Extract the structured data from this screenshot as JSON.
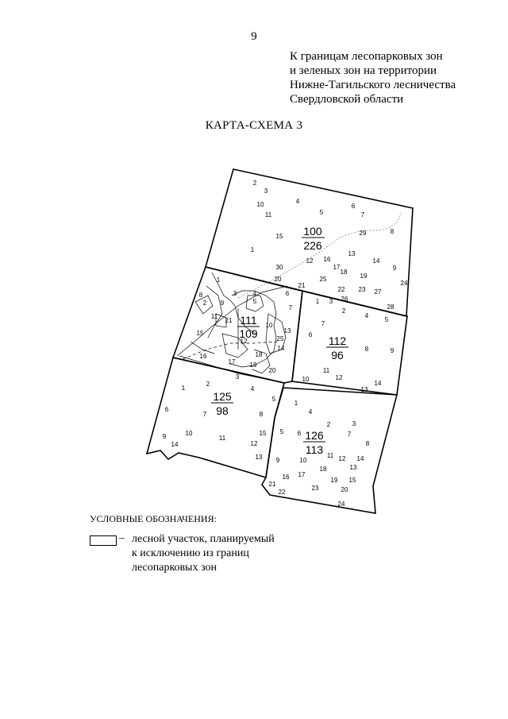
{
  "page_number": "9",
  "header_lines": [
    "К границам лесопарковых зон",
    "и зеленых зон на территории",
    "Нижне-Тагильского лесничества",
    "Свердловской области"
  ],
  "map_title": "КАРТА-СХЕМА 3",
  "map": {
    "plots": [
      {
        "id": "100",
        "numerator": "100",
        "denominator": "226"
      },
      {
        "id": "111",
        "numerator": "111",
        "denominator": "109"
      },
      {
        "id": "112",
        "numerator": "112",
        "denominator": "96"
      },
      {
        "id": "125",
        "numerator": "125",
        "denominator": "98"
      },
      {
        "id": "126",
        "numerator": "126",
        "denominator": "113"
      }
    ],
    "quarter_numbers": {
      "q100": [
        "2",
        "3",
        "10",
        "11",
        "4",
        "5",
        "6",
        "7",
        "15",
        "1",
        "29",
        "8",
        "30",
        "12",
        "16",
        "17",
        "18",
        "13",
        "14",
        "9",
        "20",
        "21",
        "25",
        "22",
        "23",
        "24",
        "27",
        "26",
        "28",
        "19"
      ],
      "q111": [
        "1",
        "6",
        "2",
        "3",
        "4",
        "9",
        "5",
        "7",
        "11",
        "21",
        "15",
        "10",
        "13",
        "12",
        "14",
        "25",
        "16",
        "17",
        "18",
        "19",
        "20",
        "8"
      ],
      "q112": [
        "1",
        "3",
        "2",
        "4",
        "5",
        "6",
        "7",
        "8",
        "9",
        "10",
        "11",
        "12",
        "13",
        "14"
      ],
      "q125": [
        "3",
        "1",
        "2",
        "4",
        "6",
        "5",
        "7",
        "8",
        "9",
        "14",
        "10",
        "11",
        "12",
        "13",
        "15"
      ],
      "q126": [
        "1",
        "4",
        "2",
        "3",
        "5",
        "6",
        "7",
        "8",
        "9",
        "11",
        "12",
        "14",
        "10",
        "18",
        "13",
        "16",
        "17",
        "19",
        "15",
        "21",
        "23",
        "20",
        "22",
        "24"
      ]
    }
  },
  "legend": {
    "title": "УСЛОВНЫЕ ОБОЗНАЧЕНИЯ:",
    "dash": "–",
    "lines": [
      "лесной участок, планируемый",
      "к исключению из границ",
      "лесопарковых зон"
    ]
  }
}
